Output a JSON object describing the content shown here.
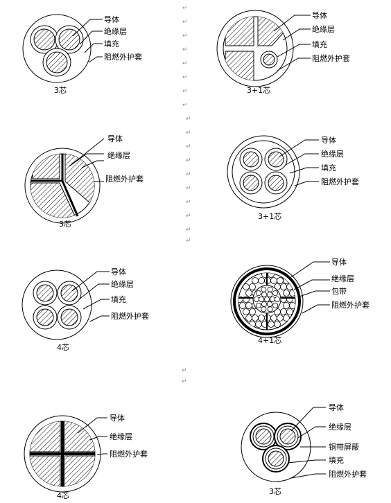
{
  "diagrams": [
    {
      "caption": "3芯",
      "labels": [
        "导体",
        "绝缘层",
        "填充",
        "阻燃外护套"
      ]
    },
    {
      "caption": "3+1芯",
      "labels": [
        "导体",
        "绝缘层",
        "填充",
        "阻燃外护套"
      ]
    },
    {
      "caption": "3芯",
      "labels": [
        "导体",
        "绝缘层",
        "阻燃外护套"
      ]
    },
    {
      "caption": "3+1芯",
      "labels": [
        "导体",
        "绝缘层",
        "填充",
        "阻燃外护套"
      ]
    },
    {
      "caption": "4芯",
      "labels": [
        "导体",
        "绝缘层",
        "填充",
        "阻燃外护套"
      ]
    },
    {
      "caption": "4+1芯",
      "labels": [
        "导体",
        "绝缘层",
        "包带",
        "阻燃外护套"
      ]
    },
    {
      "caption": "4芯",
      "labels": [
        "导体",
        "绝缘层",
        "阻燃外护套"
      ]
    },
    {
      "caption": "3芯",
      "labels": [
        "导体",
        "绝缘层",
        "铜带屏蔽",
        "填充",
        "阻燃外护套"
      ]
    }
  ],
  "paragraph_mark": "↵"
}
